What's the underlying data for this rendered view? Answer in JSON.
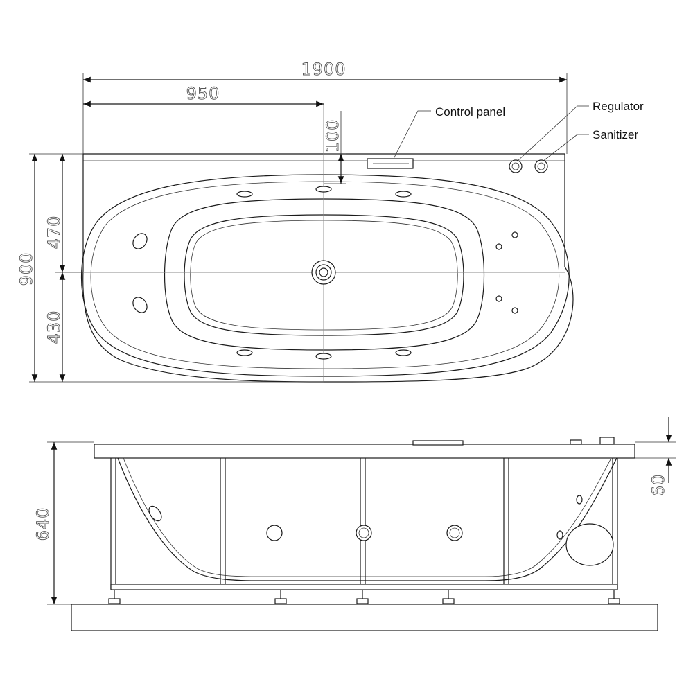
{
  "dimensions": {
    "total_length": "1900",
    "half_length": "950",
    "panel_offset": "100",
    "total_width": "900",
    "upper_width": "470",
    "lower_width": "430",
    "height": "640",
    "rim": "60"
  },
  "labels": {
    "control_panel": "Control panel",
    "regulator": "Regulator",
    "sanitizer": "Sanitizer"
  },
  "icons": [
    "control-panel-icon",
    "regulator-knob-icon",
    "sanitizer-knob-icon",
    "jet-nozzle-icon",
    "drain-icon",
    "pump-motor-icon"
  ]
}
